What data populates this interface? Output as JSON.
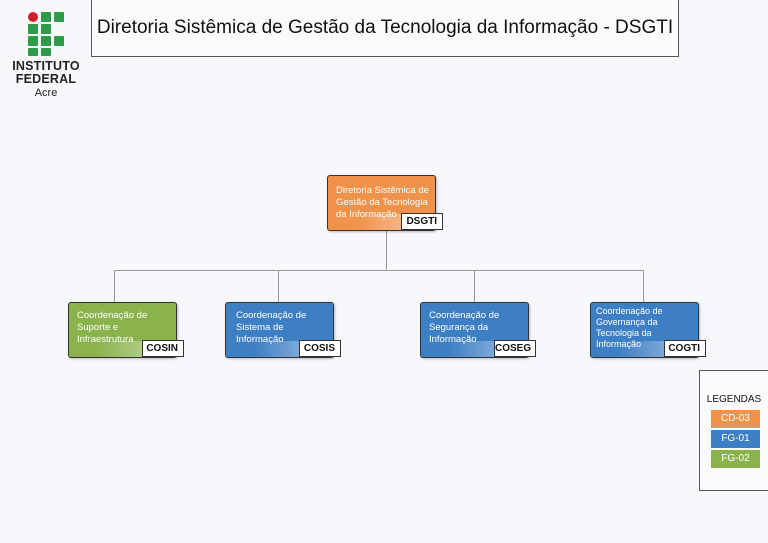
{
  "logo": {
    "line1": "INSTITUTO",
    "line2": "FEDERAL",
    "line3": "Acre"
  },
  "title": "Diretoria Sistêmica de Gestão da Tecnologia da Informação - DSGTI",
  "nodes": {
    "dsgti": {
      "label": "Diretoria Sistêmica de Gestão da Tecnologia da Informação",
      "code": "DSGTI",
      "color": "#f0924a"
    },
    "cosin": {
      "label": "Coordenação de Suporte e Infraestrutura",
      "code": "COSIN",
      "color": "#8ab34b"
    },
    "cosis": {
      "label": "Coordenação de Sistema de Informação",
      "code": "COSIS",
      "color": "#3d7fc4"
    },
    "coseg": {
      "label": "Coordenação de Segurança da Informação",
      "code": "COSEG",
      "color": "#3d7fc4"
    },
    "cogti": {
      "label": "Coordenação de Governança da Tecnologia da Informação",
      "code": "COGTI",
      "color": "#3d7fc4"
    }
  },
  "legend": {
    "title": "LEGENDAS",
    "items": [
      {
        "label": "CD-03",
        "color": "#f0924a"
      },
      {
        "label": "FG-01",
        "color": "#3d7fc4"
      },
      {
        "label": "FG-02",
        "color": "#8ab34b"
      }
    ]
  },
  "colors": {
    "logo_green": "#2f9a48",
    "logo_red": "#d0202a"
  }
}
